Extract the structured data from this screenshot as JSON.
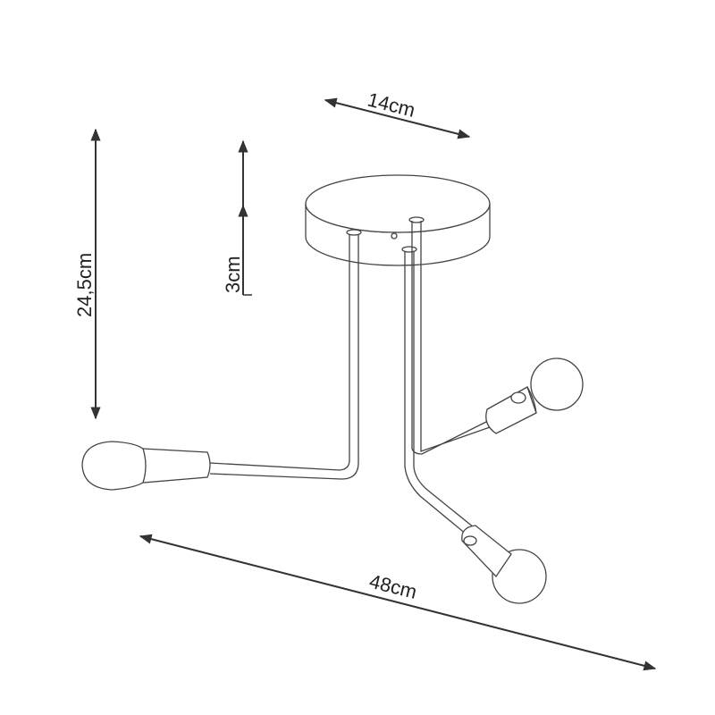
{
  "dimensions": {
    "canopy_diameter": "14cm",
    "total_height": "24,5cm",
    "canopy_height": "3cm",
    "total_width": "48cm"
  },
  "colors": {
    "line": "#333333",
    "arrow": "#333333",
    "background": "#ffffff"
  }
}
